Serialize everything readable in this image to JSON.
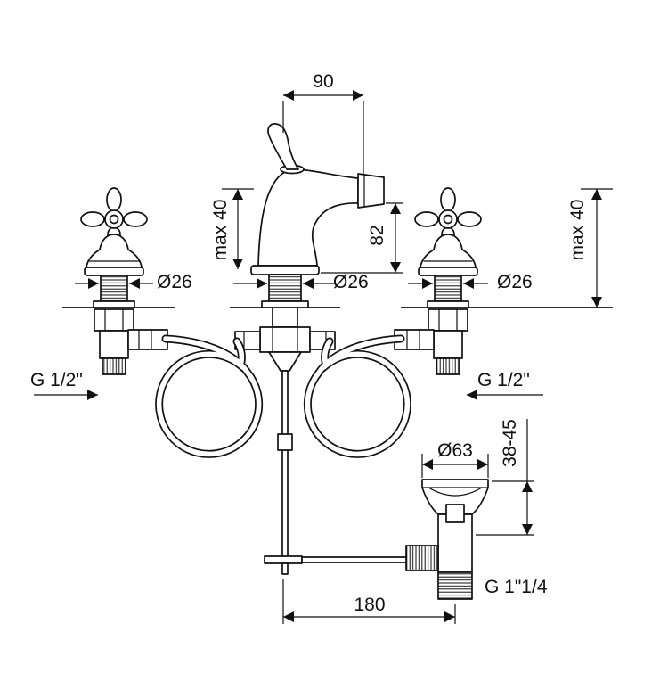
{
  "meta": {
    "background": "#ffffff",
    "ink": "#111111",
    "drawing_type": "dimensional technical drawing of 3-hole bidet mixer with pop-up waste"
  },
  "dims": {
    "reach": "90",
    "max_left": "max 40",
    "max_right": "max 40",
    "height": "82",
    "dia_left": "Ø26",
    "dia_center": "Ø26",
    "dia_right": "Ø26",
    "thread_left": "G 1/2\"",
    "thread_right": "G 1/2\"",
    "waste_dia": "Ø63",
    "waste_range": "38-45",
    "waste_thread": "G 1\"1/4",
    "distance": "180"
  }
}
